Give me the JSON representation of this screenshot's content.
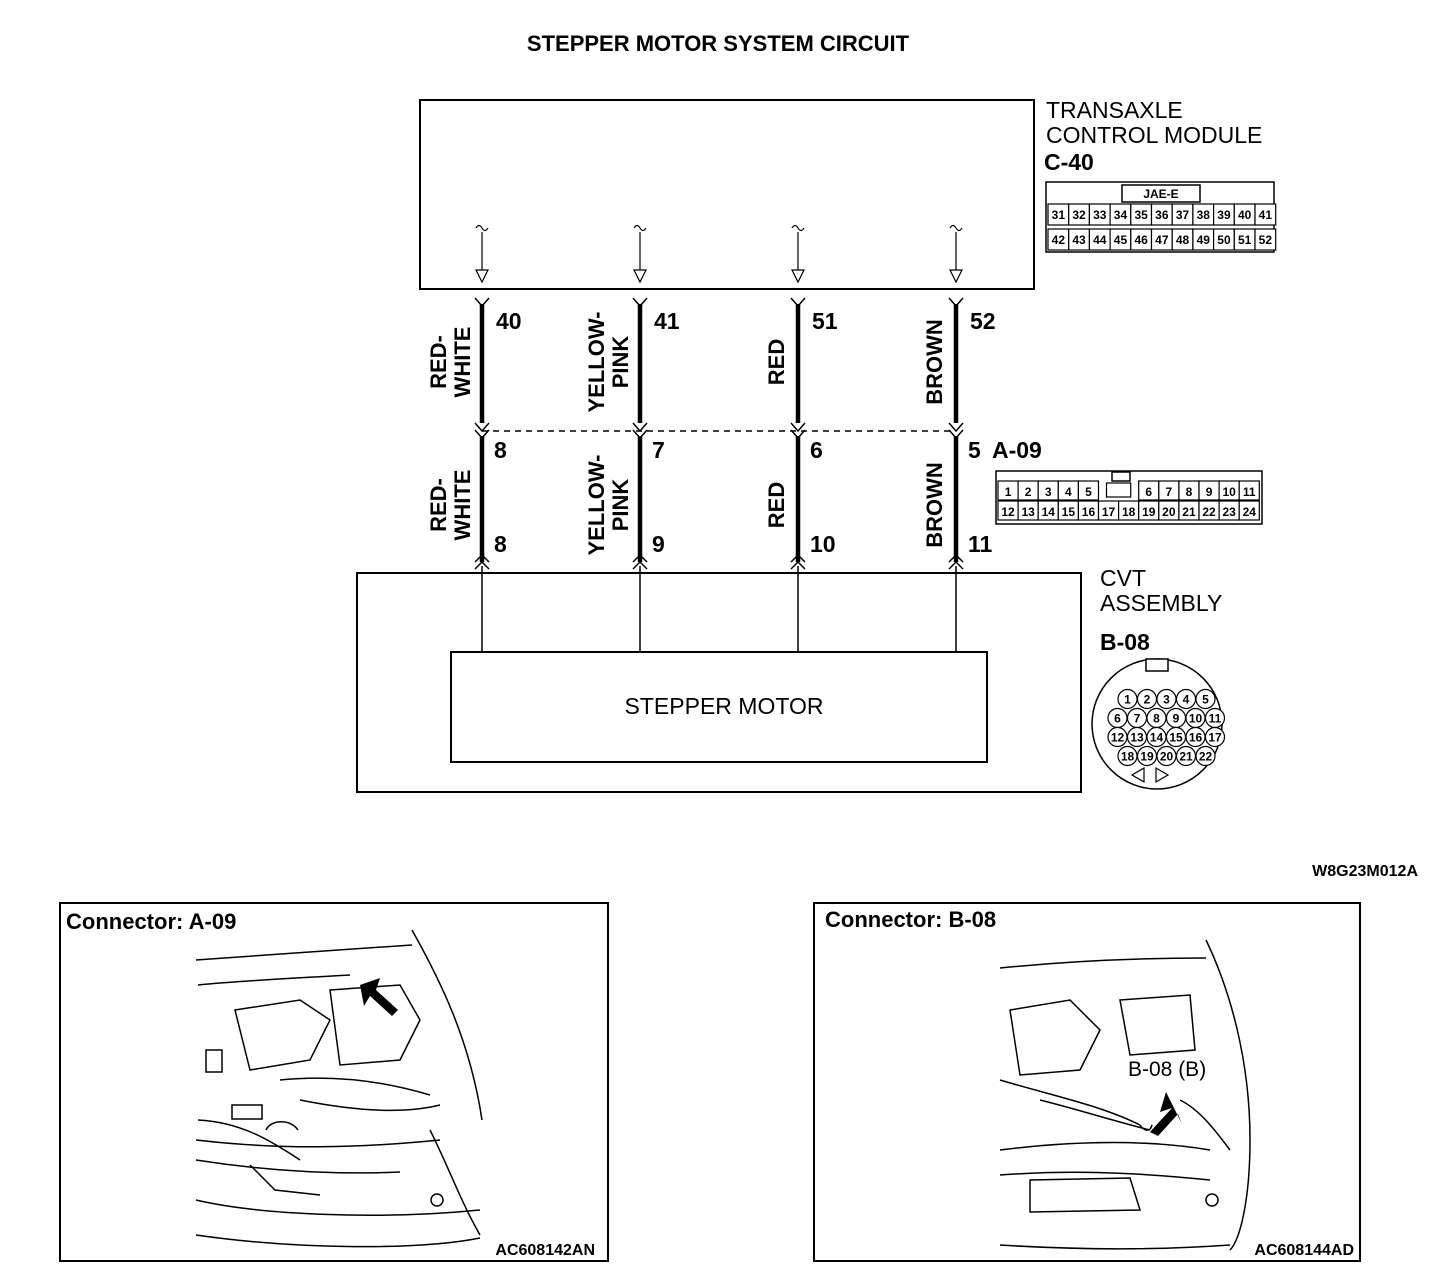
{
  "title": "STEPPER MOTOR SYSTEM CIRCUIT",
  "tcm": {
    "name_line1": "TRANSAXLE",
    "name_line2": "CONTROL MODULE",
    "code": "C-40",
    "connector_type": "JAE-E",
    "pins_top": [
      "31",
      "32",
      "33",
      "34",
      "35",
      "36",
      "37",
      "38",
      "39",
      "40",
      "41"
    ],
    "pins_bottom": [
      "42",
      "43",
      "44",
      "45",
      "46",
      "47",
      "48",
      "49",
      "50",
      "51",
      "52"
    ]
  },
  "intermediate_connector": {
    "code": "A-09",
    "pins_top": [
      "1",
      "2",
      "3",
      "4",
      "5",
      "",
      "6",
      "7",
      "8",
      "9",
      "10",
      "11"
    ],
    "pins_bottom": [
      "12",
      "13",
      "14",
      "15",
      "16",
      "17",
      "18",
      "19",
      "20",
      "21",
      "22",
      "23",
      "24"
    ]
  },
  "cvt": {
    "name_line1": "CVT",
    "name_line2": "ASSEMBLY",
    "code": "B-08",
    "pins_row1": [
      "1",
      "2",
      "3",
      "4",
      "5"
    ],
    "pins_row2": [
      "6",
      "7",
      "8",
      "9",
      "10",
      "11"
    ],
    "pins_row3": [
      "12",
      "13",
      "14",
      "15",
      "16",
      "17"
    ],
    "pins_row4": [
      "18",
      "19",
      "20",
      "21",
      "22"
    ]
  },
  "motor_label": "STEPPER MOTOR",
  "wires": [
    {
      "color_line1": "RED-",
      "color_line2": "WHITE",
      "color_line1_b": "RED-",
      "color_line2_b": "WHITE",
      "tcm_pin": "40",
      "a09_pin": "8",
      "b08_pin": "8"
    },
    {
      "color_line1": "YELLOW-",
      "color_line2": "PINK",
      "color_line1_b": "YELLOW-",
      "color_line2_b": "PINK",
      "tcm_pin": "41",
      "a09_pin": "7",
      "b08_pin": "9"
    },
    {
      "color_line1": "RED",
      "color_line2": "",
      "color_line1_b": "RED",
      "color_line2_b": "",
      "tcm_pin": "51",
      "a09_pin": "6",
      "b08_pin": "10"
    },
    {
      "color_line1": "BROWN",
      "color_line2": "",
      "color_line1_b": "BROWN",
      "color_line2_b": "",
      "tcm_pin": "52",
      "a09_pin": "5",
      "b08_pin": "11"
    }
  ],
  "diagram_code": "W8G23M012A",
  "panels": [
    {
      "title": "Connector: A-09",
      "code": "AC608142AN",
      "callout": ""
    },
    {
      "title": "Connector: B-08",
      "code": "AC608144AD",
      "callout": "B-08 (B)"
    }
  ]
}
